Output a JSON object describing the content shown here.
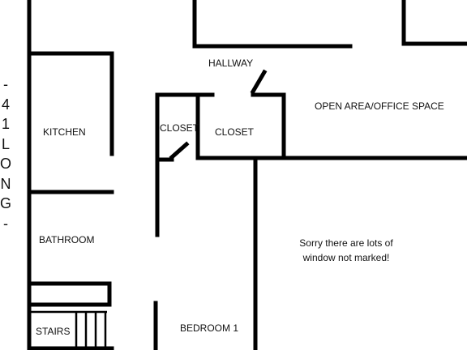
{
  "rooms": {
    "hallway": "HALLWAY",
    "open_area": "OPEN AREA/OFFICE SPACE",
    "kitchen": "KITCHEN",
    "closet_small": "CLOSET",
    "closet": "CLOSET",
    "bathroom": "BATHROOM",
    "stairs": "STAIRS",
    "bedroom": "BEDROOM 1"
  },
  "dimension_label": [
    "-",
    "4",
    "1",
    "L",
    "O",
    "N",
    "G",
    "-"
  ],
  "note": {
    "line1": "Sorry there are lots of",
    "line2": "window not marked!"
  }
}
